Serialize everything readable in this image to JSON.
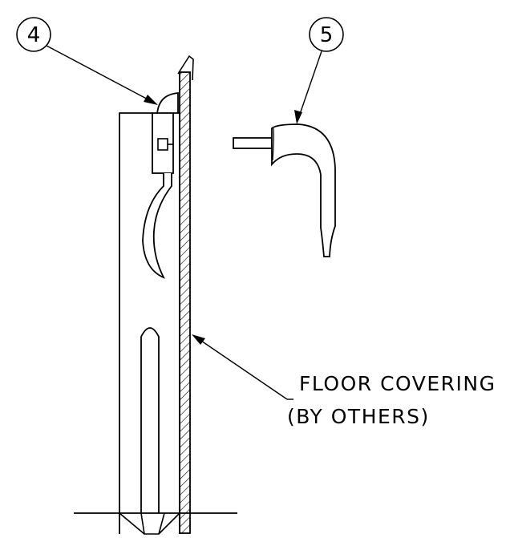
{
  "callouts": [
    {
      "id": "4"
    },
    {
      "id": "5"
    }
  ],
  "note": {
    "line1": "FLOOR COVERING",
    "line2": "(BY OTHERS)"
  },
  "colors": {
    "ink": "#000000",
    "paper": "#ffffff"
  }
}
